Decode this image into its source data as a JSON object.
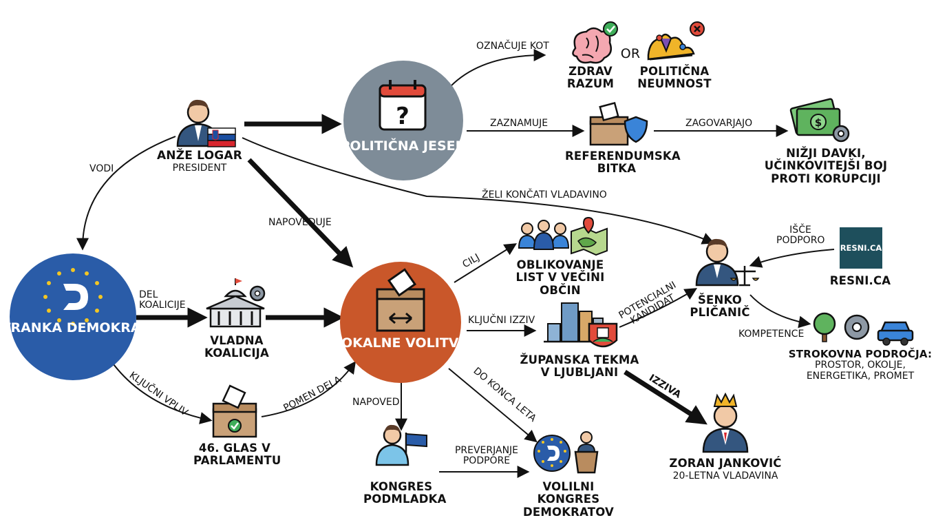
{
  "nodes": {
    "logar": {
      "name": "ANŽE LOGAR",
      "role": "PRESIDENT"
    },
    "jesen": {
      "title": "POLITIČNA JESEN"
    },
    "zdrav": {
      "title": "ZDRAV RAZUM"
    },
    "or": "OR",
    "neumnost": {
      "title": "POLITIČNA NEUMNOST"
    },
    "referendum": {
      "title": "REFERENDUMSKA BITKA"
    },
    "davki": {
      "title": "NIŽJI DAVKI, UČINKOVITEJŠI BOJ PROTI KORUPCIJI"
    },
    "stranka": {
      "title": "STRANKA DEMOKRATI"
    },
    "koalicija": {
      "title": "VLADNA KOALICIJA"
    },
    "lokalne": {
      "title": "LOKALNE VOLITVE"
    },
    "liste": {
      "title": "OBLIKOVANJE LIST V VEČINI OBČIN"
    },
    "zupanska": {
      "title": "ŽUPANSKA TEKMA V LJUBLJANI"
    },
    "plicanic": {
      "title": "ŠENKO PLIČANIČ"
    },
    "resnica": {
      "logo_text": "RESNI.CA",
      "title": "RESNI.CA"
    },
    "podrocja": {
      "title": "STROKOVNA PODROČJA:",
      "detail": "PROSTOR, OKOLJE, ENERGETIKA, PROMET"
    },
    "glas": {
      "title": "46. GLAS V PARLAMENTU"
    },
    "podmladek": {
      "title": "KONGRES PODMLADKA"
    },
    "volilni": {
      "title": "VOLILNI KONGRES DEMOKRATOV"
    },
    "jankovic": {
      "title": "ZORAN JANKOVIĆ",
      "detail": "20-LETNA VLADAVINA"
    }
  },
  "edges": {
    "oznacuje": "OZNAČUJE KOT",
    "zaznamuje": "ZAZNAMUJE",
    "zagovarjajo": "ZAGOVARJAJO",
    "vodi": "VODI",
    "zeli": "ŽELI KONČATI VLADAVINO",
    "napoveduje": "NAPOVEDUJE",
    "cilj": "CILJ",
    "isce": "IŠČE PODPORO",
    "del": "DEL KOALICIJE",
    "kljucni_izziv": "KLJUČNI IZZIV",
    "potencialni": "POTENCIALNI KANDIDAT",
    "kompetence": "KOMPETENCE",
    "kljucni_vpliv": "KLJUČNI VPLIV",
    "pomen": "POMEN DELA",
    "do_konca": "DO KONCA LETA",
    "napoved": "NAPOVED",
    "izziva": "IZZIVA",
    "preverjanje": "PREVERJANJE PODPORE"
  },
  "colors": {
    "jesen_circle": "#7e8c98",
    "stranka_circle": "#2a5ca8",
    "lokalne_circle": "#c9572a",
    "box_brown": "#c9a178",
    "eu_star": "#f3c623"
  }
}
